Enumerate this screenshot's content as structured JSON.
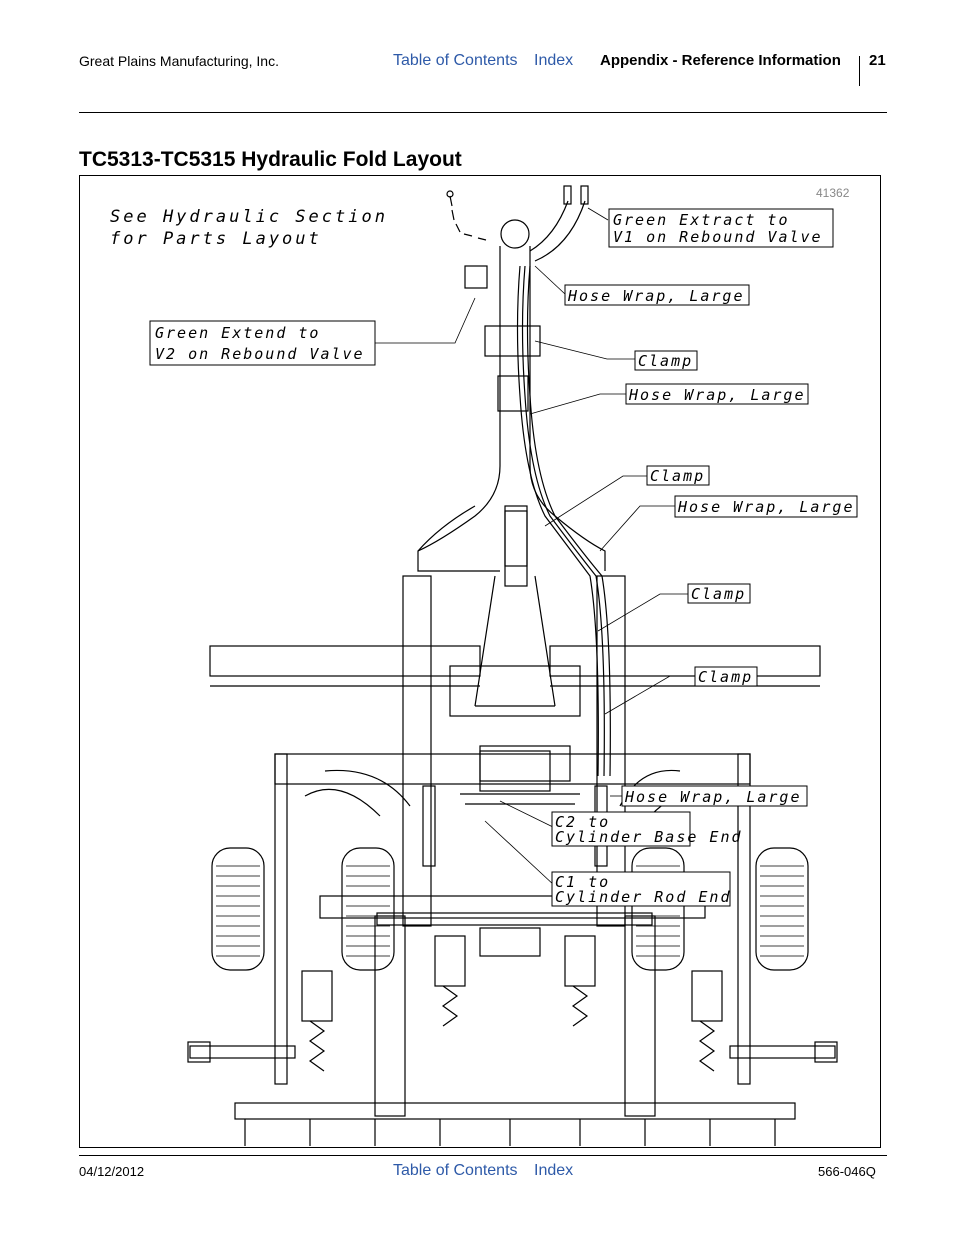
{
  "header": {
    "company": "Great Plains Manufacturing, Inc.",
    "toc_link": "Table of Contents",
    "index_link": "Index",
    "section": "Appendix - Reference Information",
    "page_number": "21"
  },
  "title": "TC5313-TC5315 Hydraulic Fold Layout",
  "figure": {
    "figure_number": "41362",
    "note_line1": "See Hydraulic Section",
    "note_line2": "for Parts Layout",
    "callouts": {
      "green_extract_1": "Green Extract to",
      "green_extract_2": "V1 on Rebound Valve",
      "green_extend_1": "Green Extend to",
      "green_extend_2": "V2 on Rebound Valve",
      "hose_wrap_1": "Hose Wrap, Large",
      "clamp_1": "Clamp",
      "hose_wrap_2": "Hose Wrap, Large",
      "clamp_2": "Clamp",
      "hose_wrap_3": "Hose Wrap, Large",
      "clamp_3": "Clamp",
      "clamp_4": "Clamp",
      "hose_wrap_4": "Hose Wrap, Large",
      "c2_1": "C2 to",
      "c2_2": "Cylinder Base End",
      "c1_1": "C1 to",
      "c1_2": "Cylinder Rod End"
    }
  },
  "footer": {
    "date": "04/12/2012",
    "toc_link": "Table of Contents",
    "index_link": "Index",
    "doc_number": "566-046Q"
  },
  "colors": {
    "link": "#2e5aa8",
    "text": "#000000"
  }
}
